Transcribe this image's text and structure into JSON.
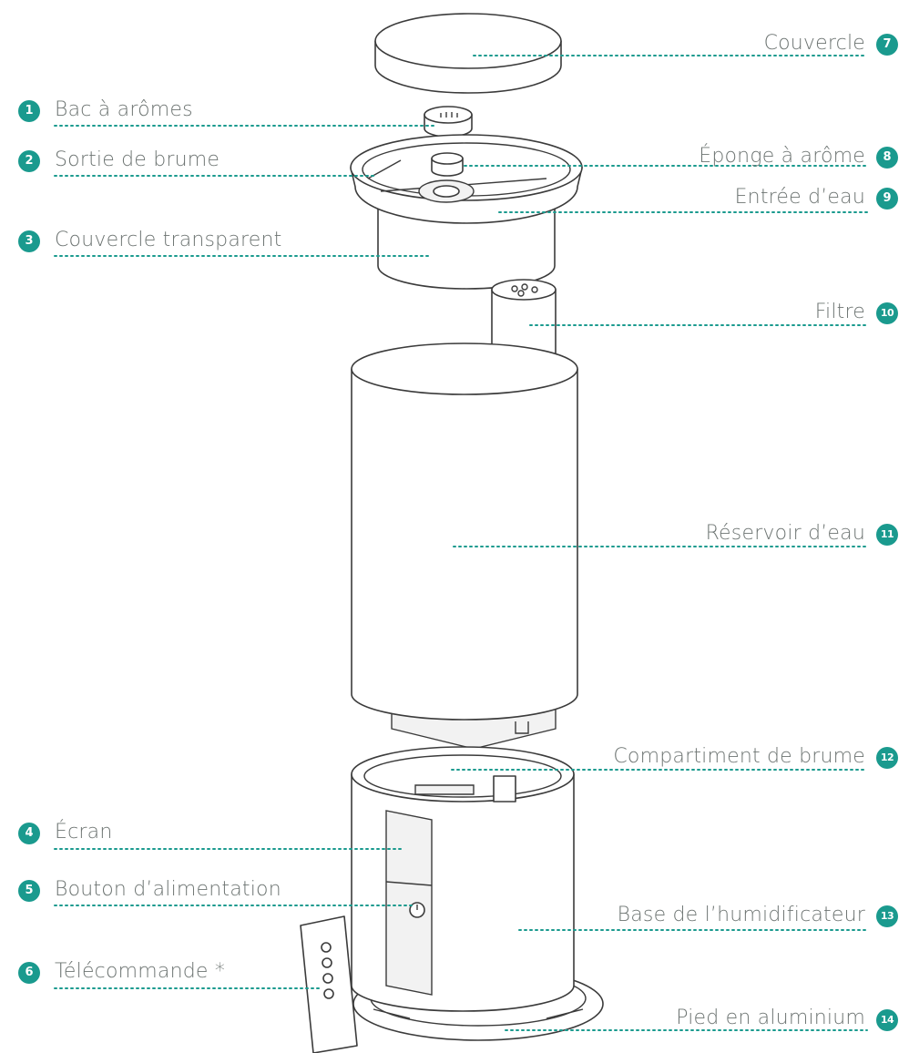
{
  "accent_color": "#1a9a8e",
  "parts": [
    {
      "num": "1",
      "label": "Bac à arômes"
    },
    {
      "num": "2",
      "label": "Sortie de brume"
    },
    {
      "num": "3",
      "label": "Couvercle transparent"
    },
    {
      "num": "4",
      "label": "Écran"
    },
    {
      "num": "5",
      "label": "Bouton d’alimentation"
    },
    {
      "num": "6",
      "label": "Télécommande *"
    },
    {
      "num": "7",
      "label": "Couvercle"
    },
    {
      "num": "8",
      "label": "Éponge à arôme"
    },
    {
      "num": "9",
      "label": "Entrée d’eau"
    },
    {
      "num": "10",
      "label": "Filtre"
    },
    {
      "num": "11",
      "label": "Réservoir d’eau"
    },
    {
      "num": "12",
      "label": "Compartiment de brume"
    },
    {
      "num": "13",
      "label": "Base de l’humidificateur"
    },
    {
      "num": "14",
      "label": "Pied en aluminium"
    }
  ]
}
